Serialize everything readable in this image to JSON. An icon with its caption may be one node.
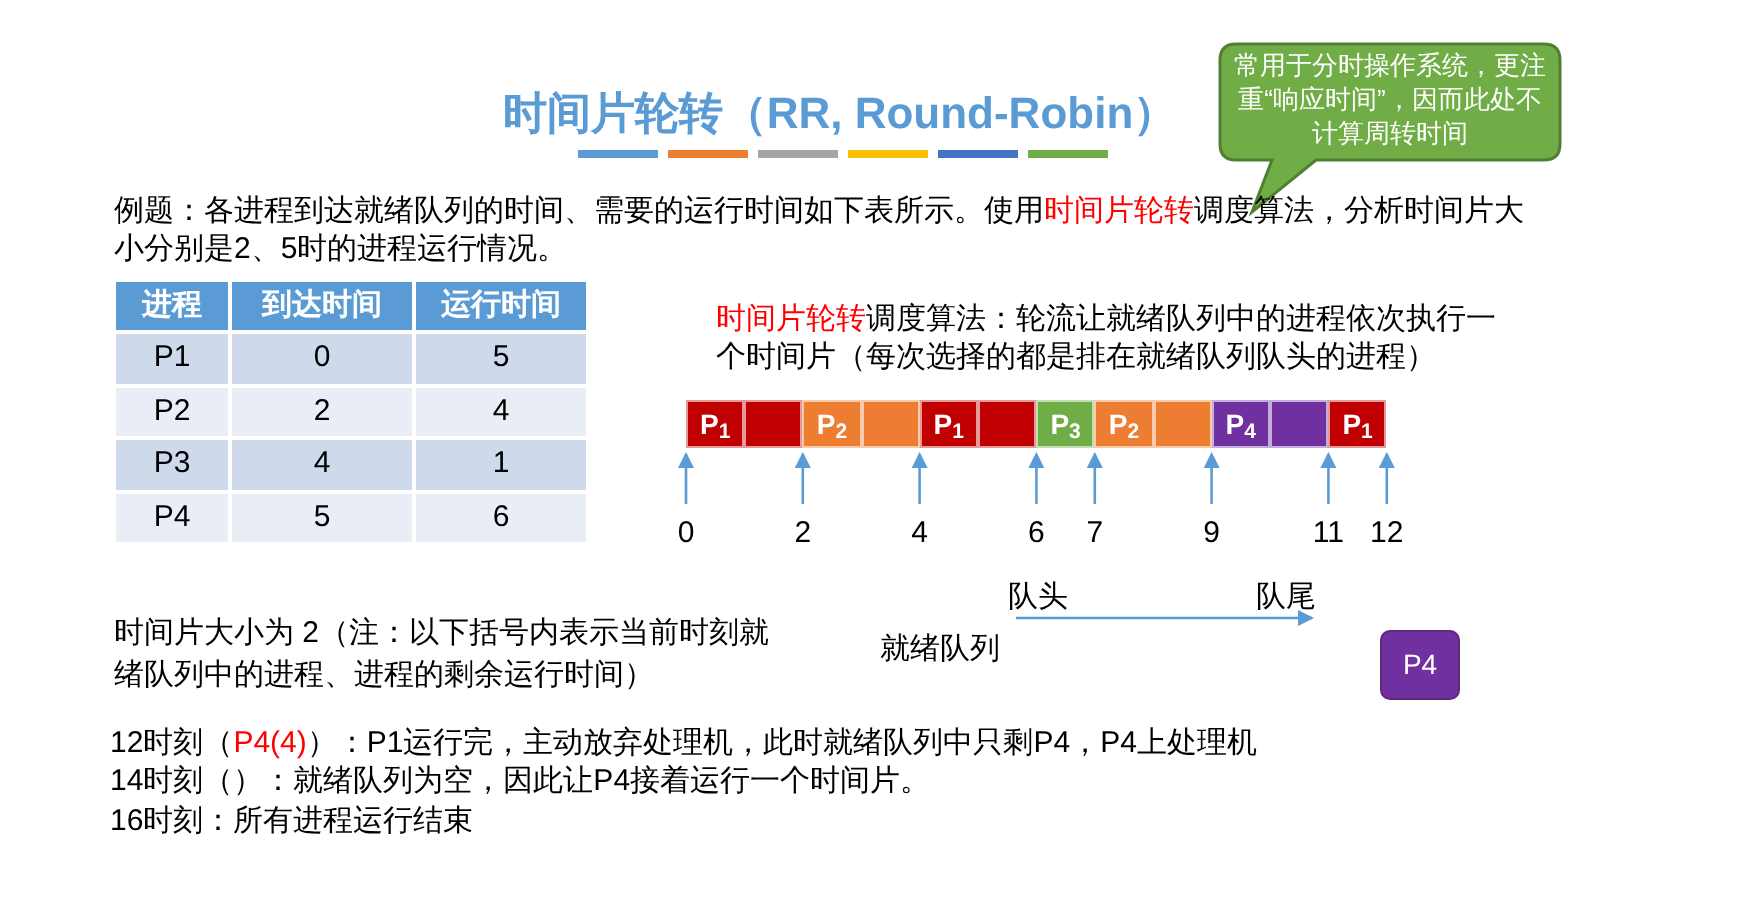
{
  "diagram": {
    "title": "时间片轮转（RR, Round-Robin）",
    "nodes": [
      {
        "text": [
          "常用于分时操作系统，更注重“响应时间”，因而此处不计算周转时间"
        ]
      },
      {
        "text": [
          "P$_{1}$"
        ]
      },
      {
        "text": [],
        "shape": "box"
      },
      {
        "text": [
          "P$_{2}$"
        ]
      },
      {
        "text": [],
        "shape": "box"
      },
      {
        "text": [
          "P$_{1}$"
        ]
      },
      {
        "text": [],
        "shape": "box"
      },
      {
        "text": [
          "P$_{3}$"
        ]
      },
      {
        "text": [
          "P$_{2}$"
        ]
      },
      {
        "text": [],
        "shape": "box"
      },
      {
        "text": [
          "P$_{4}$"
        ]
      },
      {
        "text": [],
        "shape": "box"
      },
      {
        "text": [
          "P$_{1}$"
        ]
      },
      {
        "text": [
          "P4"
        ]
      }
    ],
    "edges": [],
    "labels": [
      "例题：各进程到达就绪队列的时间、需要的运行时间如下表所示。使用",
      "时间片轮转",
      "调度算法，分析时间片大小分别是2、5时的进程运行情况。",
      "进程",
      "到达时间",
      "运行时间",
      "P1",
      "0",
      "5",
      "P2",
      "2",
      "4",
      "P3",
      "4",
      "1",
      "P4",
      "5",
      "6",
      "时间片轮转",
      "调度算法：轮流让就绪队列中的进程依次执行一个时间片（每次选择的都是排在就绪队列队头的进程）",
      "0",
      "2",
      "4",
      "6",
      "7",
      "9",
      "11",
      "12",
      "队头",
      "队尾",
      "时间片大小为 2（注：以下括号内表示当前时刻就绪队列中的进程、进程的剩余运行时间）",
      "就绪队列",
      "12时刻（",
      "P4(4)",
      "）：P1运行完，主动放弃处理机，此时就绪队列中只剩P4，P4上处理机",
      "14时刻（）：就绪队列为空，因此让P4接着运行一个时间片。",
      "16时刻：所有进程运行结束"
    ]
  }
}
